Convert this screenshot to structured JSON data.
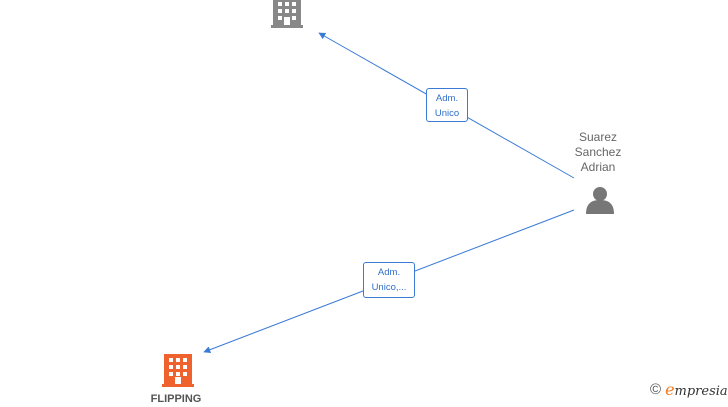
{
  "nodes": {
    "company_top": {
      "icon": "building-icon",
      "color": "#888888"
    },
    "person": {
      "icon": "person-icon",
      "color": "#777777",
      "name_lines": [
        "Suarez",
        "Sanchez",
        "Adrian"
      ]
    },
    "company_bottom": {
      "icon": "building-icon",
      "color": "#f0622d",
      "label": "FLIPPING"
    }
  },
  "edges": [
    {
      "from": "person",
      "to": "company_top",
      "label_lines": [
        "Adm.",
        "Unico"
      ]
    },
    {
      "from": "person",
      "to": "company_bottom",
      "label_lines": [
        "Adm.",
        "Unico,..."
      ]
    }
  ],
  "colors": {
    "edge": "#3a7bd5",
    "edge_text": "#2f6fc8"
  },
  "brand": {
    "copyright": "©",
    "first_letter": "e",
    "rest": "mpresia"
  }
}
